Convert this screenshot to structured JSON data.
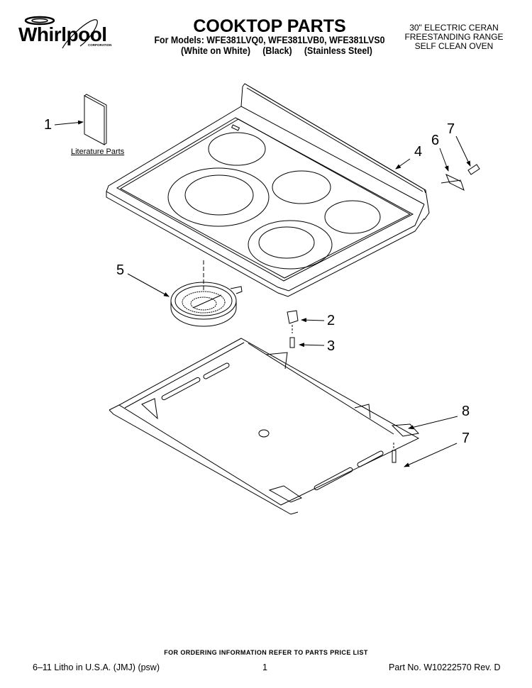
{
  "header": {
    "brand": "Whirlpool",
    "brand_sub": "CORPORATION",
    "title": "COOKTOP PARTS",
    "models_line": "For Models: WFE381LVQ0, WFE381LVB0, WFE381LVS0",
    "finishes": [
      "(White on White)",
      "(Black)",
      "(Stainless Steel)"
    ],
    "product_lines": [
      "30\" ELECTRIC CERAN",
      "FREESTANDING RANGE",
      "SELF CLEAN OVEN"
    ]
  },
  "diagram": {
    "literature_label": "Literature Parts",
    "callouts": [
      {
        "id": "1",
        "label": "1",
        "part": "literature-parts"
      },
      {
        "id": "2",
        "label": "2",
        "part": "bracket-clip"
      },
      {
        "id": "3",
        "label": "3",
        "part": "screw"
      },
      {
        "id": "4",
        "label": "4",
        "part": "cooktop"
      },
      {
        "id": "5",
        "label": "5",
        "part": "radiant-surface-element"
      },
      {
        "id": "6",
        "label": "6",
        "part": "bracket"
      },
      {
        "id": "7a",
        "label": "7",
        "part": "screw"
      },
      {
        "id": "8",
        "label": "8",
        "part": "bracket"
      },
      {
        "id": "7b",
        "label": "7",
        "part": "screw"
      }
    ]
  },
  "footer": {
    "ordering_info": "FOR ORDERING INFORMATION REFER TO PARTS PRICE LIST",
    "litho": "6–11 Litho in U.S.A. (JMJ) (psw)",
    "page_number": "1",
    "part_number": "Part No. W10222570 Rev. D"
  }
}
